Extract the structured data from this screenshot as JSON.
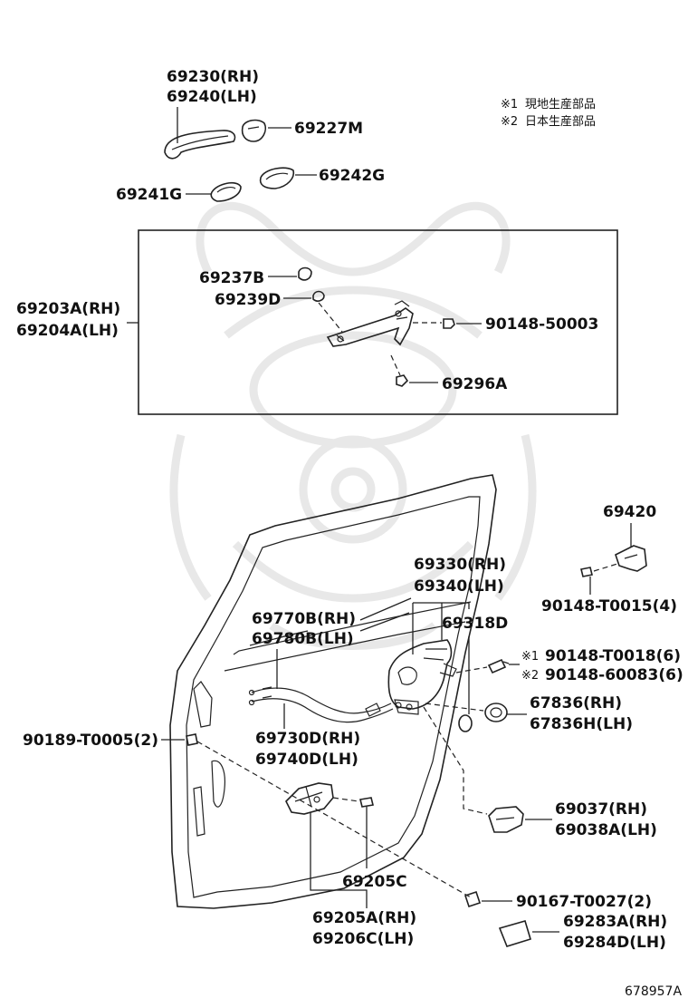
{
  "notes": [
    {
      "mark": "※1",
      "text": "現地生産部品"
    },
    {
      "mark": "※2",
      "text": "日本生産部品"
    }
  ],
  "labels": {
    "p69230": "69230(RH)",
    "p69240": "69240(LH)",
    "p69227M": "69227M",
    "p69242G": "69242G",
    "p69241G": "69241G",
    "p69237B": "69237B",
    "p69239D": "69239D",
    "p69203A": "69203A(RH)",
    "p69204A": "69204A(LH)",
    "p90148_50003": "90148-50003",
    "p69296A": "69296A",
    "p69420": "69420",
    "p90148_T0015": "90148-T0015(4)",
    "p69330": "69330(RH)",
    "p69340": "69340(LH)",
    "p69318D": "69318D",
    "p69770B": "69770B(RH)",
    "p69780B": "69780B(LH)",
    "p90148_T0018": "90148-T0018(6)",
    "p90148_60083": "90148-60083(6)",
    "p67836": "67836(RH)",
    "p67836H": "67836H(LH)",
    "p69730D": "69730D(RH)",
    "p69740D": "69740D(LH)",
    "p90189_T0005": "90189-T0005(2)",
    "p69037": "69037(RH)",
    "p69038A": "69038A(LH)",
    "p69205C": "69205C",
    "p90167_T0027": "90167-T0027(2)",
    "p69205A": "69205A(RH)",
    "p69206C": "69206C(LH)",
    "p69283A": "69283A(RH)",
    "p69284D": "69284D(LH)"
  },
  "marks": {
    "m1": "※1",
    "m2": "※2"
  },
  "figure_number": "678957A"
}
